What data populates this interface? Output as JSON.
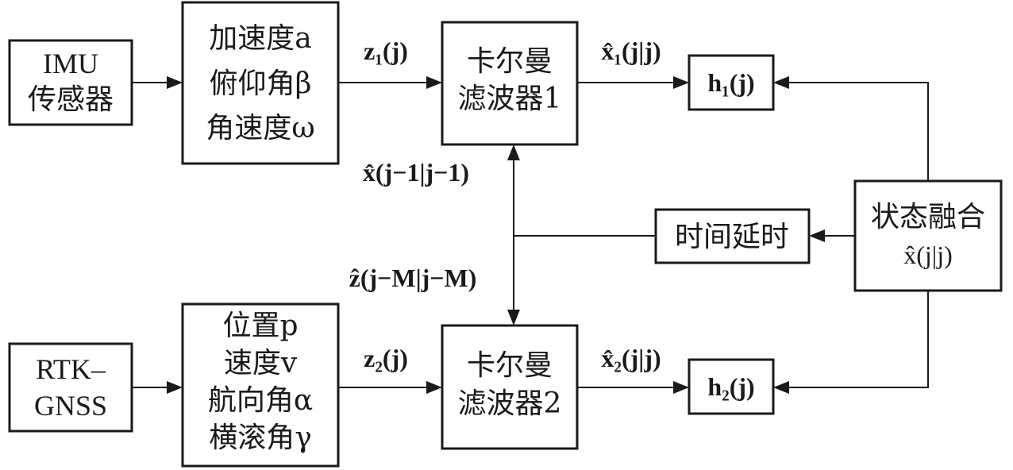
{
  "blocks": {
    "imu": [
      "IMU",
      "传感器"
    ],
    "imu_outputs": [
      "加速度a",
      "俯仰角β",
      "角速度ω"
    ],
    "kalman1": [
      "卡尔曼",
      "滤波器1"
    ],
    "h1": "h₁(j)",
    "rtk": [
      "RTK–",
      "GNSS"
    ],
    "rtk_outputs": [
      "位置p",
      "速度v",
      "航向角α",
      "横滚角γ"
    ],
    "kalman2": [
      "卡尔曼",
      "滤波器2"
    ],
    "h2": "h₂(j)",
    "fusion": [
      "状态融合",
      "x̂(j|j)"
    ],
    "delay": "时间延时"
  },
  "signals": {
    "z1": "z₁(j)",
    "z2": "z₂(j)",
    "x1_est": "x̂₁(j|j)",
    "x2_est": "x̂₂(j|j)",
    "x_prev": "x̂(j−1|j−1)",
    "z_delayed": "ẑ(j−M|j−M)"
  },
  "colors": {
    "stroke": "#1a1a1a",
    "background": "#ffffff"
  }
}
